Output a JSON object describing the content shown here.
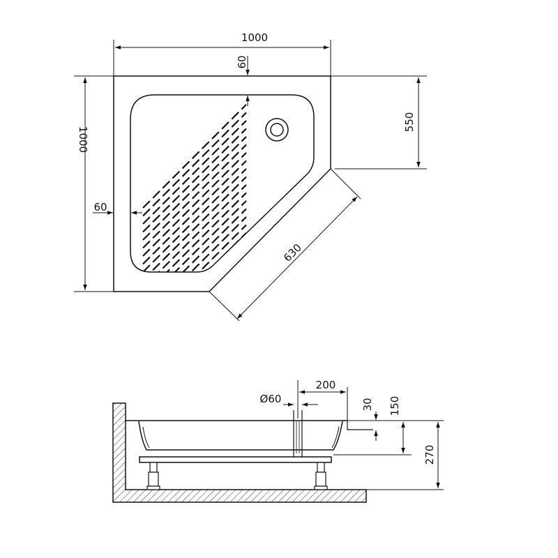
{
  "top_view": {
    "width_label": "1000",
    "height_label": "1000",
    "drain_offset_label": "60",
    "side_offset_label": "60",
    "straight_side_label": "550",
    "diagonal_label": "630"
  },
  "side_view": {
    "drain_diameter_label": "Ø60",
    "drain_distance_label": "200",
    "rim_height_label": "30",
    "tray_height_label": "150",
    "total_height_label": "270"
  },
  "colors": {
    "line": "#111111",
    "background": "#ffffff"
  }
}
